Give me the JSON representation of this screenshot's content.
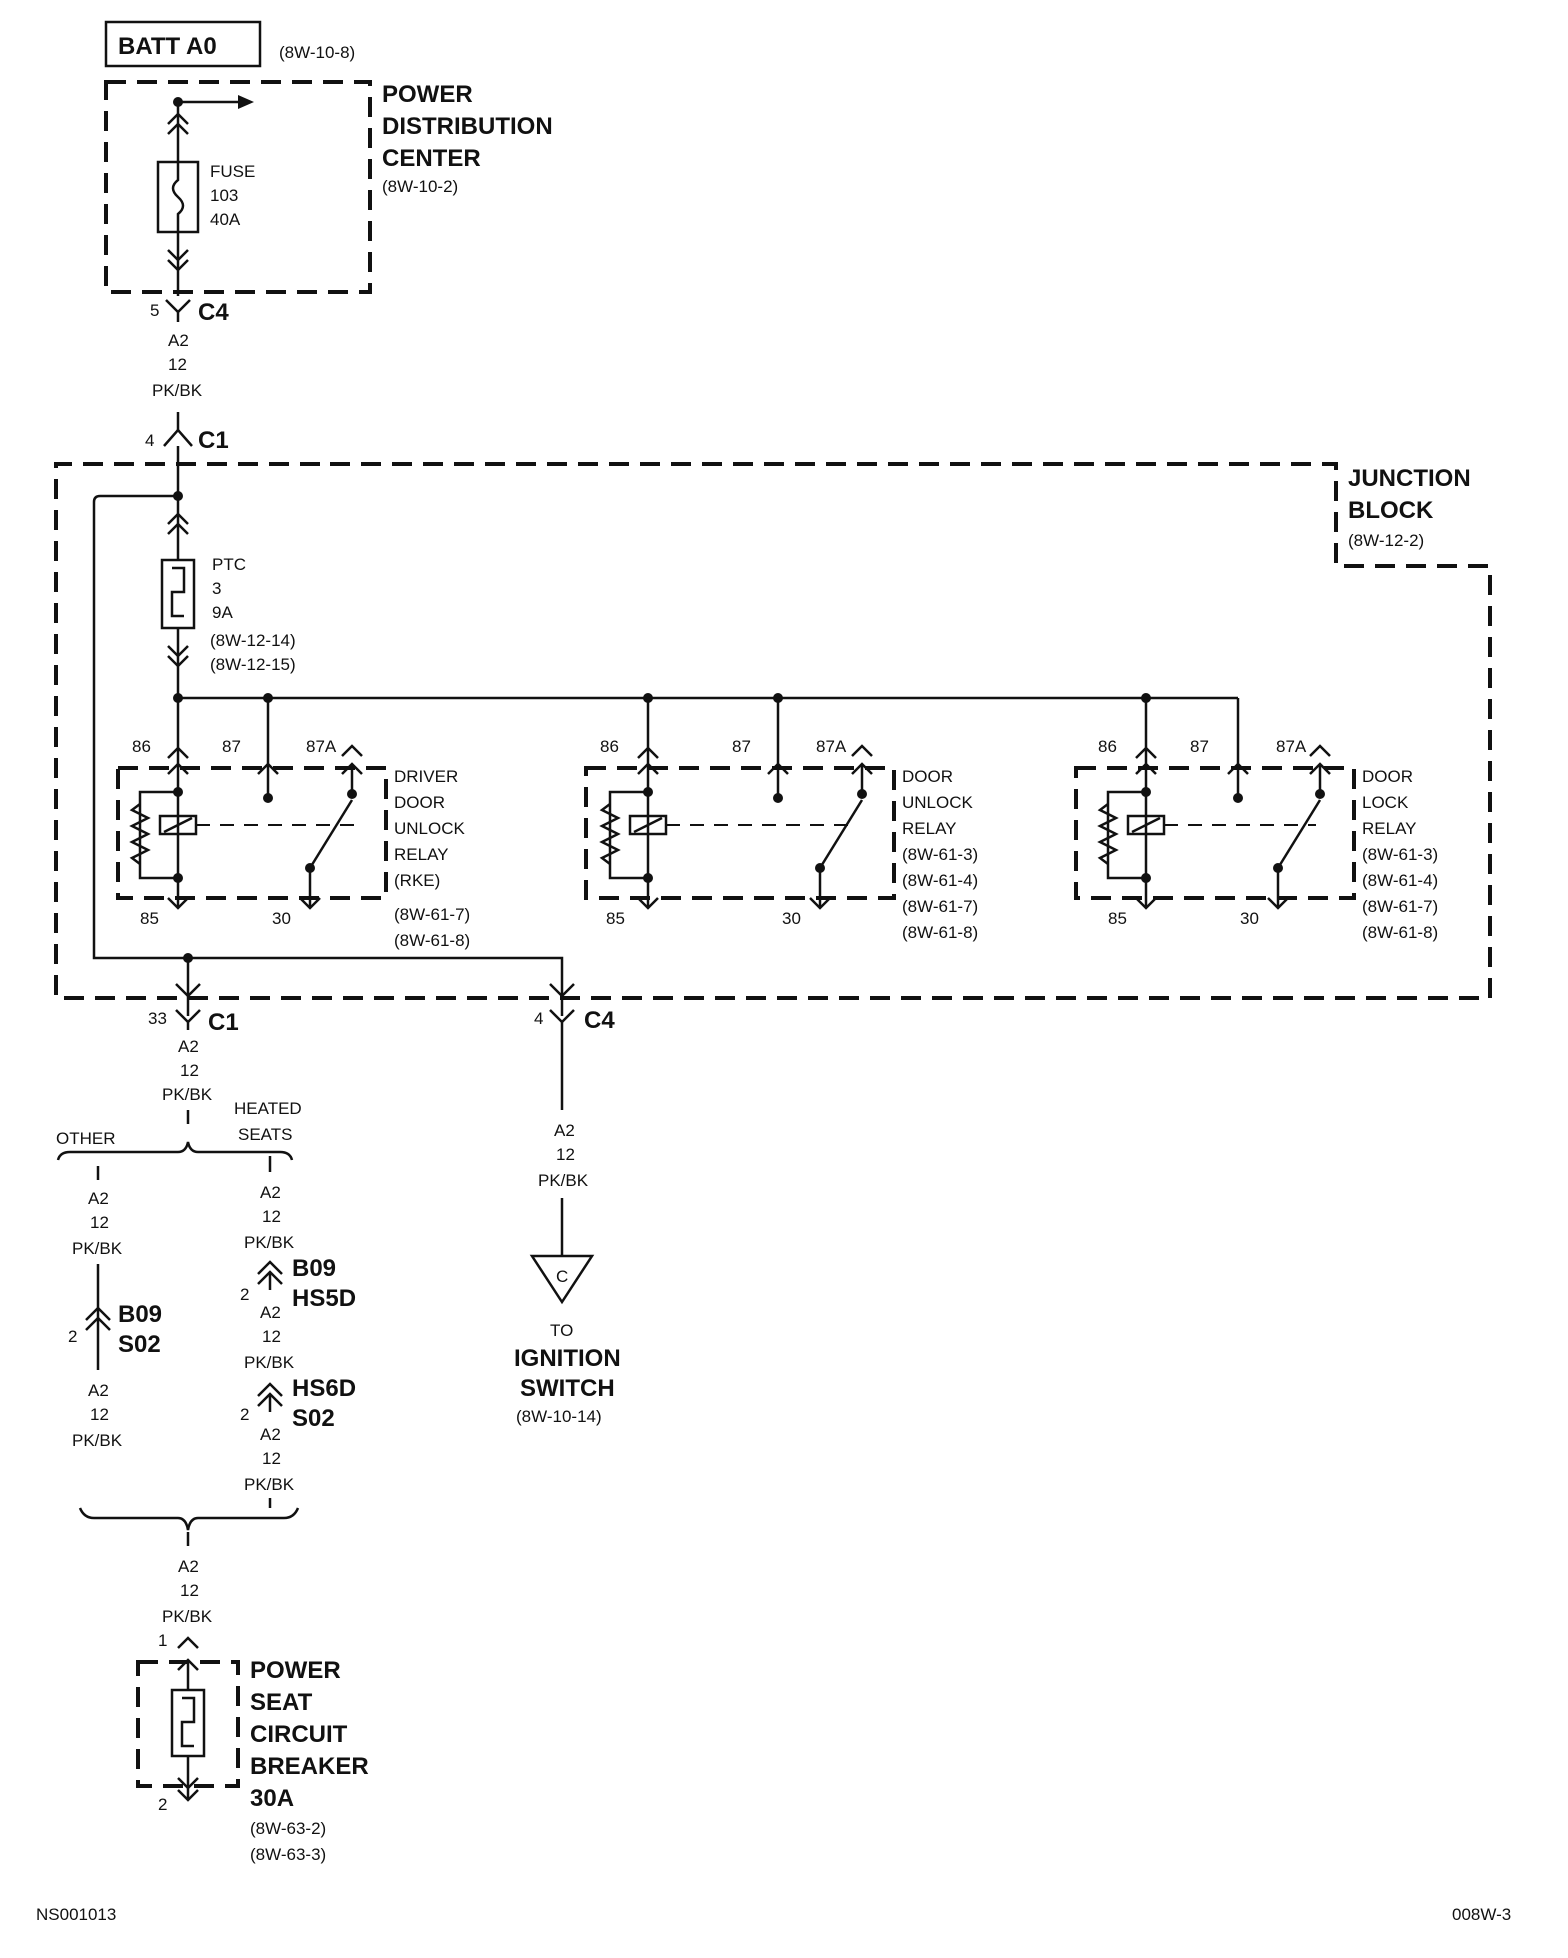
{
  "labels": {
    "batt": "BATT A0",
    "batt_ref": "(8W-10-8)",
    "pdc1": "POWER",
    "pdc2": "DISTRIBUTION",
    "pdc3": "CENTER",
    "pdc_ref": "(8W-10-2)",
    "fuse1": "FUSE",
    "fuse2": "103",
    "fuse3": "40A",
    "c4_pin_top": "5",
    "c4_top": "C4",
    "wire_a2": "A2",
    "wire_12": "12",
    "wire_pkbk": "PK/BK",
    "c1_pin_top": "4",
    "c1_top": "C1",
    "jb1": "JUNCTION",
    "jb2": "BLOCK",
    "jb_ref": "(8W-12-2)",
    "ptc1": "PTC",
    "ptc2": "3",
    "ptc3": "9A",
    "ptc_ref1": "(8W-12-14)",
    "ptc_ref2": "(8W-12-15)",
    "pin86": "86",
    "pin87": "87",
    "pin87a": "87A",
    "pin85": "85",
    "pin30": "30",
    "r1_l1": "DRIVER",
    "r1_l2": "DOOR",
    "r1_l3": "UNLOCK",
    "r1_l4": "RELAY",
    "r1_l5": "(RKE)",
    "r1_ref1": "(8W-61-7)",
    "r1_ref2": "(8W-61-8)",
    "r2_l1": "DOOR",
    "r2_l2": "UNLOCK",
    "r2_l3": "RELAY",
    "r2_ref1": "(8W-61-3)",
    "r2_ref2": "(8W-61-4)",
    "r2_ref3": "(8W-61-7)",
    "r2_ref4": "(8W-61-8)",
    "r3_l1": "DOOR",
    "r3_l2": "LOCK",
    "r3_l3": "RELAY",
    "r3_ref1": "(8W-61-3)",
    "r3_ref2": "(8W-61-4)",
    "r3_ref3": "(8W-61-7)",
    "r3_ref4": "(8W-61-8)",
    "c1_pin_bot": "33",
    "c1_bot": "C1",
    "c4_pin_bot": "4",
    "c4_bot": "C4",
    "other": "OTHER",
    "heated1": "HEATED",
    "heated2": "SEATS",
    "pin2": "2",
    "b09": "B09",
    "s02": "S02",
    "hs5d": "HS5D",
    "hs6d": "HS6D",
    "conn_c": "C",
    "to": "TO",
    "ign1": "IGNITION",
    "ign2": "SWITCH",
    "ign_ref": "(8W-10-14)",
    "pin1": "1",
    "ps1": "POWER",
    "ps2": "SEAT",
    "ps3": "CIRCUIT",
    "ps4": "BREAKER",
    "ps5": "30A",
    "ps_ref1": "(8W-63-2)",
    "ps_ref2": "(8W-63-3)",
    "code_left": "NS001013",
    "code_right": "008W-3"
  }
}
